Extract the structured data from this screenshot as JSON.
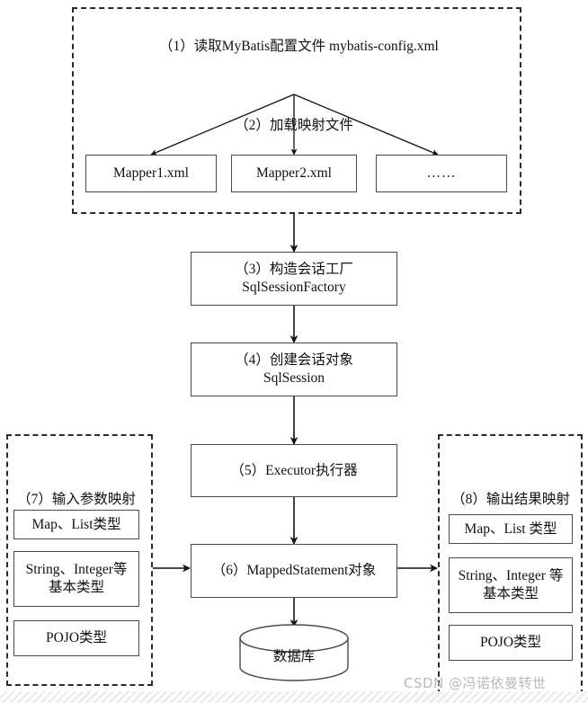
{
  "diagram": {
    "title_watermark": "CSDN @冯诺依曼转世",
    "top_region": {
      "name": "config-region",
      "step1": {
        "line1": "（1）读取MyBatis配置文件",
        "line2": "mybatis-config.xml"
      },
      "step2_label": "（2）加载映射文件",
      "mappers": [
        {
          "label": "Mapper1.xml"
        },
        {
          "label": "Mapper2.xml"
        },
        {
          "label": "……"
        }
      ]
    },
    "flow": [
      {
        "id": "step3",
        "line1": "（3）构造会话工厂",
        "line2": "SqlSessionFactory"
      },
      {
        "id": "step4",
        "line1": "（4）创建会话对象",
        "line2": "SqlSession"
      },
      {
        "id": "step5",
        "line1": "（5）Executor执行器",
        "line2": ""
      },
      {
        "id": "step6",
        "line1": "（6）MappedStatement对象",
        "line2": ""
      }
    ],
    "database": {
      "label": "数据库"
    },
    "input_region": {
      "heading": "（7）输入参数映射",
      "items": [
        {
          "line1": "Map、List类型",
          "line2": ""
        },
        {
          "line1": "String、Integer等",
          "line2": "基本类型"
        },
        {
          "line1": "POJO类型",
          "line2": ""
        }
      ]
    },
    "output_region": {
      "heading": "（8）输出结果映射",
      "items": [
        {
          "line1": "Map、List 类型",
          "line2": ""
        },
        {
          "line1": "String、Integer 等",
          "line2": "基本类型"
        },
        {
          "line1": "POJO类型",
          "line2": ""
        }
      ]
    },
    "colors": {
      "stroke": "#4a4a4a",
      "dashed": "#2b2b2b",
      "background": "#ffffff",
      "watermark": "#b9b9b9"
    }
  }
}
